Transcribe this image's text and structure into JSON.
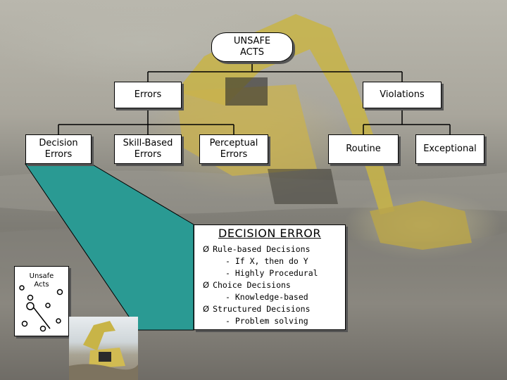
{
  "diagram": {
    "root": {
      "label": "UNSAFE\nACTS"
    },
    "level1": {
      "errors": {
        "label": "Errors"
      },
      "violations": {
        "label": "Violations"
      }
    },
    "error_types": [
      {
        "label": "Decision\nErrors"
      },
      {
        "label": "Skill-Based\nErrors"
      },
      {
        "label": "Perceptual\nErrors"
      }
    ],
    "violation_types": [
      {
        "label": "Routine"
      },
      {
        "label": "Exceptional"
      }
    ]
  },
  "detail": {
    "title": "DECISION ERROR",
    "bullet_symbol": "Ø",
    "lines": [
      {
        "text": "Rule-based Decisions",
        "level": 1
      },
      {
        "text": "- If X, then do Y",
        "level": 2
      },
      {
        "text": "- Highly Procedural",
        "level": 2
      },
      {
        "text": "Choice Decisions",
        "level": 1
      },
      {
        "text": "- Knowledge-based",
        "level": 2
      },
      {
        "text": "Structured Decisions",
        "level": 1
      },
      {
        "text": "- Problem solving",
        "level": 2
      }
    ]
  },
  "mini": {
    "label": "Unsafe\nActs"
  },
  "colors": {
    "callout": "#2a9a93",
    "connector": "#000000",
    "node_fill": "#ffffff",
    "excavator": "#c8b447"
  }
}
